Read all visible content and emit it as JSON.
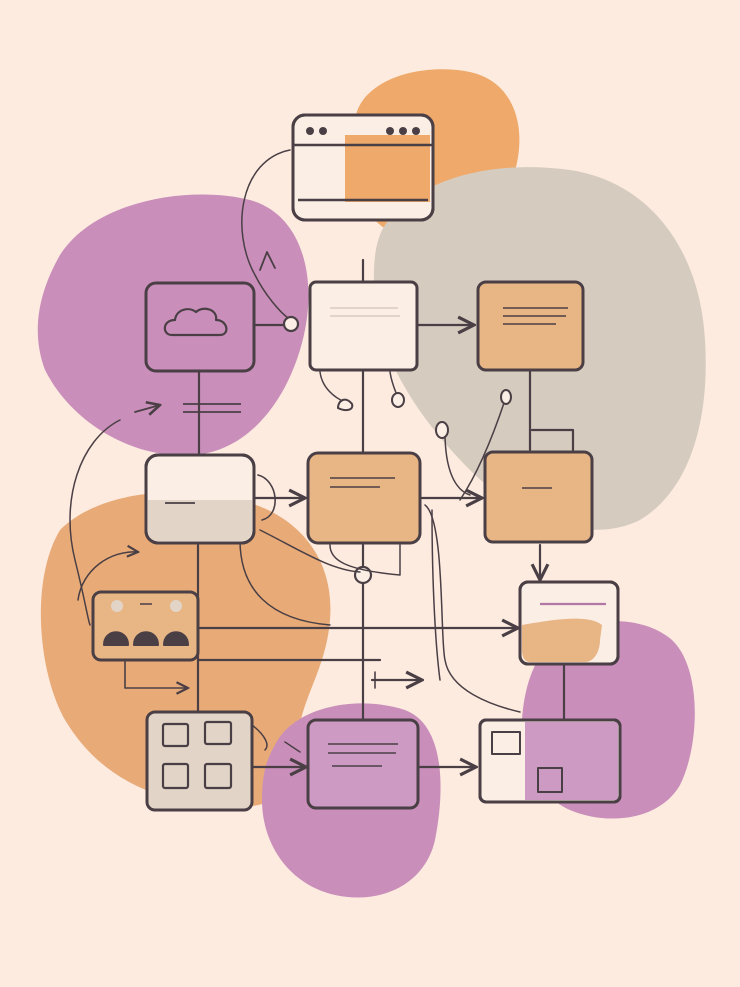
{
  "colors": {
    "background": "#fdebe0",
    "stroke": "#4a3f45",
    "blob_purple": "#c98fba",
    "blob_orange": "#efaa6b",
    "blob_gray": "#d6cbbf",
    "blob_tan": "#e8ab78",
    "box_orange": "#e8b585",
    "box_cream": "#fbeee5",
    "box_purple": "#cd9ac3",
    "box_gray": "#e2d5c8",
    "dot_gray": "#4a3f45"
  },
  "diagram": {
    "type": "hand-drawn flowchart sketch",
    "nodes": [
      {
        "id": "browser-window",
        "icon": "browser-window-icon"
      },
      {
        "id": "cloud-node",
        "icon": "cloud-icon"
      },
      {
        "id": "blank-card-node",
        "icon": ""
      },
      {
        "id": "text-card-top-right",
        "icon": "text-lines-icon"
      },
      {
        "id": "small-card-left",
        "icon": "text-line-icon"
      },
      {
        "id": "text-card-center",
        "icon": "text-lines-icon"
      },
      {
        "id": "text-card-right",
        "icon": "text-line-icon"
      },
      {
        "id": "controls-panel",
        "icon": "buttons-icon"
      },
      {
        "id": "output-card-right",
        "icon": "text-line-icon"
      },
      {
        "id": "grid-node",
        "icon": "grid-icon"
      },
      {
        "id": "text-card-bottom",
        "icon": "text-lines-icon"
      },
      {
        "id": "image-card-bottom-right",
        "icon": "image-placeholder-icon"
      }
    ]
  }
}
